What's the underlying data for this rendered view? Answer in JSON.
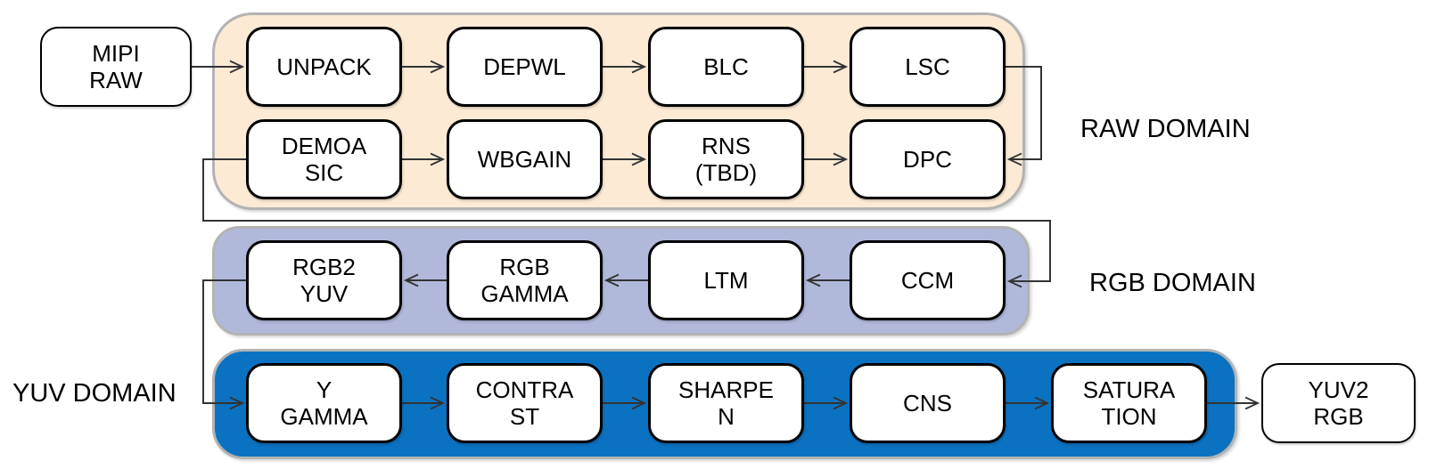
{
  "diagram_type": "flowchart",
  "colors": {
    "background": "#FFFFFF",
    "raw_domain_fill": "#FCEAD5",
    "rgb_domain_fill": "#B1B9DB",
    "yuv_domain_fill": "#0B72C1",
    "domain_border": "#B3B3B3",
    "node_fill": "#FFFFFF",
    "node_border": "#000000",
    "edge_color": "#333333",
    "text_color": "#000000"
  },
  "domains": [
    {
      "id": "raw",
      "label": "RAW DOMAIN",
      "fill": "#FCEAD5"
    },
    {
      "id": "rgb",
      "label": "RGB DOMAIN",
      "fill": "#B1B9DB"
    },
    {
      "id": "yuv",
      "label": "YUV DOMAIN",
      "fill": "#0B72C1"
    }
  ],
  "nodes": [
    {
      "id": "mipi-raw",
      "label": "MIPI\nRAW",
      "domain": null
    },
    {
      "id": "unpack",
      "label": "UNPACK",
      "domain": "raw"
    },
    {
      "id": "depwl",
      "label": "DEPWL",
      "domain": "raw"
    },
    {
      "id": "blc",
      "label": "BLC",
      "domain": "raw"
    },
    {
      "id": "lsc",
      "label": "LSC",
      "domain": "raw"
    },
    {
      "id": "demosaic",
      "label": "DEMOA\nSIC",
      "domain": "raw"
    },
    {
      "id": "wbgain",
      "label": "WBGAIN",
      "domain": "raw"
    },
    {
      "id": "rns",
      "label": "RNS\n(TBD)",
      "domain": "raw"
    },
    {
      "id": "dpc",
      "label": "DPC",
      "domain": "raw"
    },
    {
      "id": "rgb2yuv",
      "label": "RGB2\nYUV",
      "domain": "rgb"
    },
    {
      "id": "rgb-gamma",
      "label": "RGB\nGAMMA",
      "domain": "rgb"
    },
    {
      "id": "ltm",
      "label": "LTM",
      "domain": "rgb"
    },
    {
      "id": "ccm",
      "label": "CCM",
      "domain": "rgb"
    },
    {
      "id": "y-gamma",
      "label": "Y\nGAMMA",
      "domain": "yuv"
    },
    {
      "id": "contrast",
      "label": "CONTRA\nST",
      "domain": "yuv"
    },
    {
      "id": "sharpen",
      "label": "SHARPE\nN",
      "domain": "yuv"
    },
    {
      "id": "cns",
      "label": "CNS",
      "domain": "yuv"
    },
    {
      "id": "saturation",
      "label": "SATURA\nTION",
      "domain": "yuv"
    },
    {
      "id": "yuv2rgb",
      "label": "YUV2\nRGB",
      "domain": null
    }
  ],
  "edges": [
    {
      "from": "mipi-raw",
      "to": "unpack"
    },
    {
      "from": "unpack",
      "to": "depwl"
    },
    {
      "from": "depwl",
      "to": "blc"
    },
    {
      "from": "blc",
      "to": "lsc"
    },
    {
      "from": "lsc",
      "to": "dpc"
    },
    {
      "from": "demosaic",
      "to": "wbgain"
    },
    {
      "from": "wbgain",
      "to": "rns"
    },
    {
      "from": "rns",
      "to": "dpc"
    },
    {
      "from": "demosaic",
      "to": "ccm"
    },
    {
      "from": "ccm",
      "to": "ltm"
    },
    {
      "from": "ltm",
      "to": "rgb-gamma"
    },
    {
      "from": "rgb-gamma",
      "to": "rgb2yuv"
    },
    {
      "from": "rgb2yuv",
      "to": "y-gamma"
    },
    {
      "from": "y-gamma",
      "to": "contrast"
    },
    {
      "from": "contrast",
      "to": "sharpen"
    },
    {
      "from": "sharpen",
      "to": "cns"
    },
    {
      "from": "cns",
      "to": "saturation"
    },
    {
      "from": "saturation",
      "to": "yuv2rgb"
    }
  ]
}
